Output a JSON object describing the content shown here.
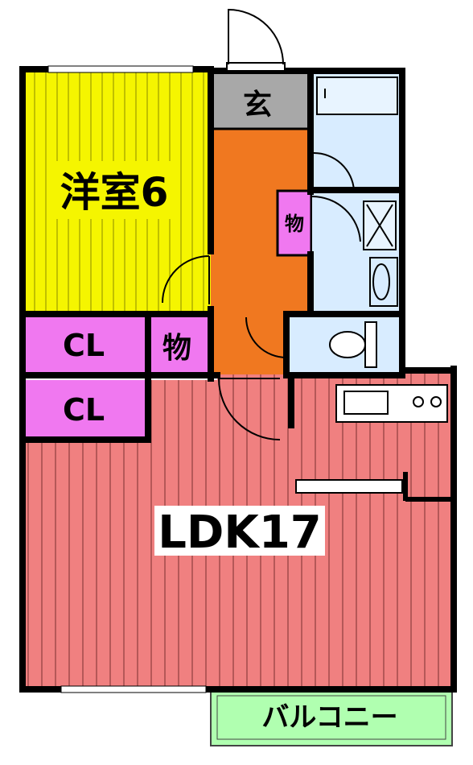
{
  "floorplan": {
    "rooms": {
      "western_room": {
        "label": "洋室6",
        "color": "#f5f500"
      },
      "entrance": {
        "label": "玄",
        "color": "#a8a8a8"
      },
      "hallway": {
        "color": "#f07820"
      },
      "storage_hall": {
        "label": "物",
        "color": "#f078f0"
      },
      "closet_upper": {
        "label": "CL",
        "color": "#f078f0"
      },
      "storage_small": {
        "label": "物",
        "color": "#f078f0"
      },
      "closet_lower": {
        "label": "CL",
        "color": "#f078f0"
      },
      "ldk": {
        "label": "LDK17",
        "color": "#f08080"
      },
      "bath": {
        "color": "#d8ecff"
      },
      "washroom": {
        "color": "#d8ecff"
      },
      "toilet": {
        "color": "#d8ecff"
      },
      "balcony": {
        "label": "バルコニー",
        "color": "#b0ffb0"
      }
    },
    "wall_color": "#000000"
  }
}
